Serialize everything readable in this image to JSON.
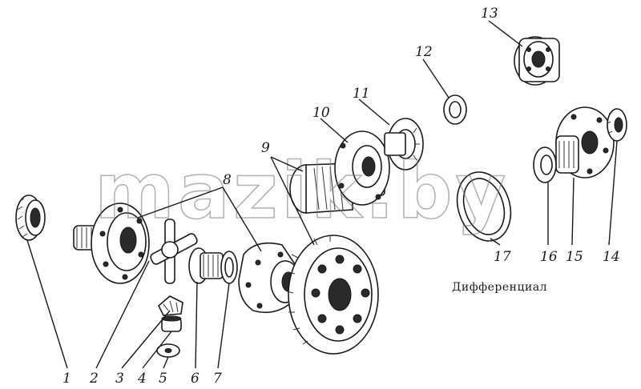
{
  "diagram": {
    "caption": "Дифференциал",
    "watermark": "mazik.by",
    "labels": [
      {
        "id": "1",
        "text": "1"
      },
      {
        "id": "2",
        "text": "2"
      },
      {
        "id": "3",
        "text": "3"
      },
      {
        "id": "4",
        "text": "4"
      },
      {
        "id": "5",
        "text": "5"
      },
      {
        "id": "6",
        "text": "6"
      },
      {
        "id": "7",
        "text": "7"
      },
      {
        "id": "8",
        "text": "8"
      },
      {
        "id": "9",
        "text": "9"
      },
      {
        "id": "10",
        "text": "10"
      },
      {
        "id": "11",
        "text": "11"
      },
      {
        "id": "12",
        "text": "12"
      },
      {
        "id": "13",
        "text": "13"
      },
      {
        "id": "14",
        "text": "14"
      },
      {
        "id": "15",
        "text": "15"
      },
      {
        "id": "16",
        "text": "16"
      },
      {
        "id": "17",
        "text": "17"
      }
    ]
  }
}
